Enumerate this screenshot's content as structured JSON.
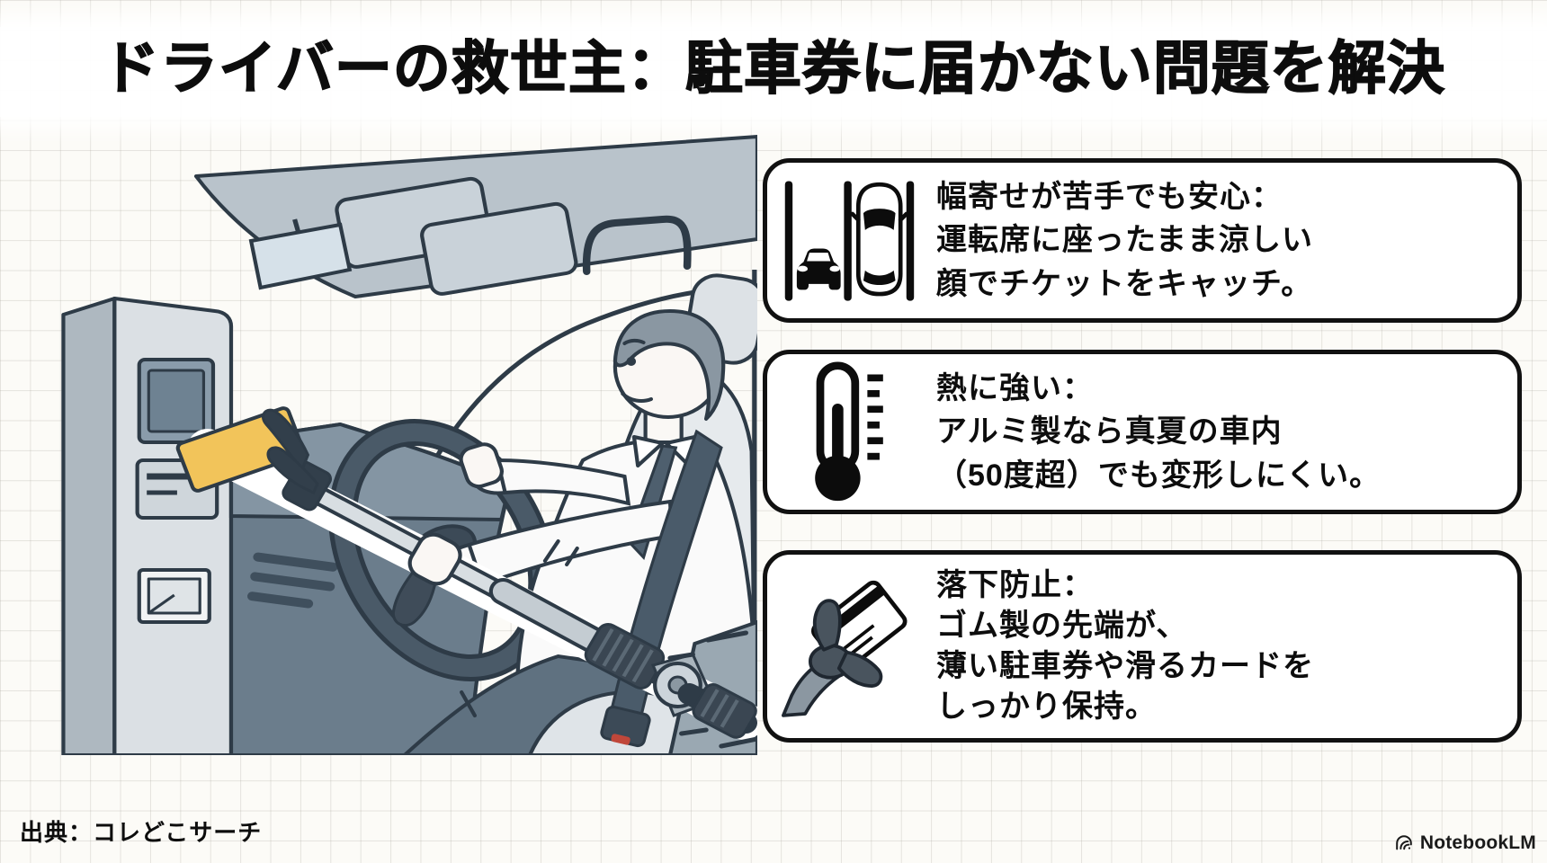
{
  "page": {
    "title": "ドライバーの救世主：駐車券に届かない問題を解決",
    "source": "出典：コレどこサーチ",
    "branding": "NotebookLM"
  },
  "features": [
    {
      "icon": "parking-lanes-icon",
      "lines": [
        "幅寄せが苦手でも安心：",
        "運転席に座ったまま涼しい",
        "顔でチケットをキャッチ。"
      ]
    },
    {
      "icon": "thermometer-icon",
      "lines": [
        "熱に強い：",
        "アルミ製なら真夏の車内",
        "（50度超）でも変形しにくい。"
      ]
    },
    {
      "icon": "gripper-card-icon",
      "lines": [
        "落下防止：",
        "ゴム製の先端が、",
        "薄い駐車券や滑るカードを",
        "しっかり保持。"
      ]
    }
  ],
  "illustration": {
    "alt": "運転席に座ったままリーチャーで駐車場の発券機から黄色い駐車券を取るドライバーのイラスト",
    "ticket_color": "#f2c45a"
  },
  "colors": {
    "background": "#fcfbf7",
    "grid_line": "#a8a59c",
    "box_border": "#111111",
    "box_background": "#ffffff",
    "text": "#0d0d0d",
    "outline": "#2e3b47",
    "accent_yellow": "#f2c45a"
  }
}
